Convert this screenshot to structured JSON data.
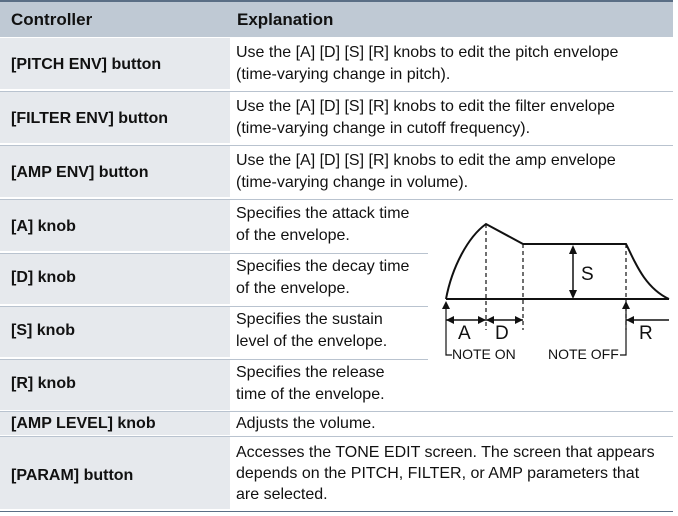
{
  "header": {
    "controller": "Controller",
    "explanation": "Explanation"
  },
  "rows": [
    {
      "controller": "[PITCH ENV] button",
      "line1": "Use the [A] [D] [S] [R] knobs to edit the pitch envelope",
      "line2": "(time-varying change in pitch)."
    },
    {
      "controller": "[FILTER ENV] button",
      "line1": "Use the [A] [D] [S] [R] knobs to edit the filter envelope",
      "line2": "(time-varying change in cutoff frequency)."
    },
    {
      "controller": "[AMP ENV] button",
      "line1": "Use the [A] [D] [S] [R] knobs to edit the amp envelope",
      "line2": "(time-varying change in volume)."
    },
    {
      "controller": "[A] knob",
      "line1": "Specifies the attack time",
      "line2": "of the envelope."
    },
    {
      "controller": "[D] knob",
      "line1": "Specifies the decay time",
      "line2": "of the envelope."
    },
    {
      "controller": "[S] knob",
      "line1": "Specifies the sustain",
      "line2": "level of the envelope."
    },
    {
      "controller": "[R] knob",
      "line1": "Specifies the release",
      "line2": "time of the envelope."
    },
    {
      "controller": "[AMP LEVEL] knob",
      "line1": "Adjusts the volume.",
      "line2": ""
    },
    {
      "controller": "[PARAM] button",
      "line1": "Accesses the TONE EDIT screen. The screen that appears",
      "line2": "depends on the PITCH, FILTER, or AMP parameters that",
      "line3": "are selected."
    }
  ],
  "diagram": {
    "label_a": "A",
    "label_d": "D",
    "label_s": "S",
    "label_r": "R",
    "note_on": "NOTE ON",
    "note_off": "NOTE OFF"
  }
}
